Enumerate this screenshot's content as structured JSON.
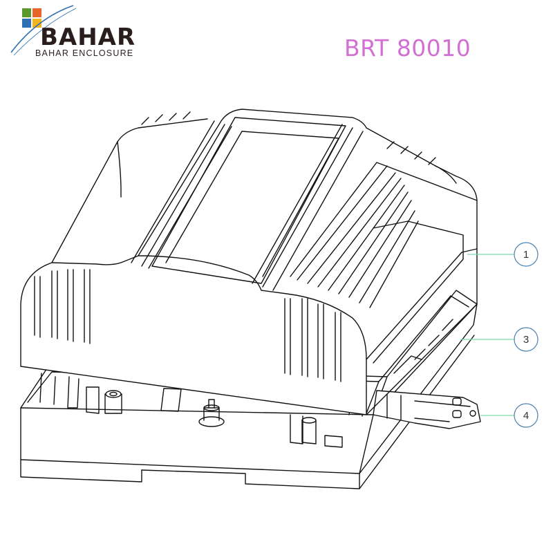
{
  "brand": {
    "logo_word": "BAHAR",
    "tagline": "BAHAR ENCLOSURE"
  },
  "title": "BRT 80010",
  "colors": {
    "title": "#d26fd2",
    "callout_line": "#7fd9a9",
    "callout_circle": "#4a7fb0",
    "line_art": "#111111",
    "logo_green": "#5a9a2c",
    "logo_orange": "#e8652a",
    "logo_blue": "#2f6fb3",
    "logo_yellow": "#f2b51c"
  },
  "callouts": [
    {
      "number": "1",
      "part": "enclosure-cover"
    },
    {
      "number": "3",
      "part": "base-plate"
    },
    {
      "number": "4",
      "part": "din-rail-clip"
    }
  ]
}
